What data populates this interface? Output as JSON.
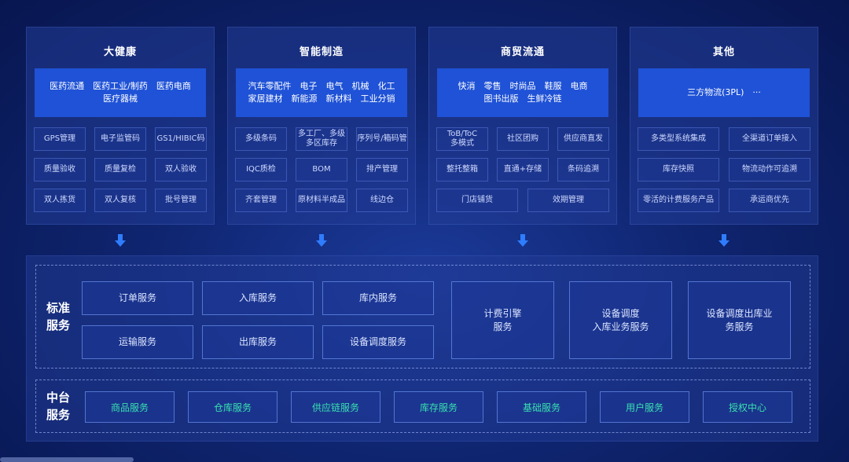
{
  "panels": [
    {
      "title": "大健康",
      "highlight": [
        "医药流通　医药工业/制药　医药电商",
        "医疗器械"
      ],
      "items": [
        "GPS管理",
        "电子监管码",
        "GS1/HIBIC码",
        "质量验收",
        "质量复检",
        "双人验收",
        "双人拣货",
        "双人复核",
        "批号管理"
      ]
    },
    {
      "title": "智能制造",
      "highlight": [
        "汽车零配件　电子　电气　机械　化工",
        "家居建材　新能源　新材料　工业分销"
      ],
      "items": [
        "多级条码",
        "多工厂、多级\n多区库存",
        "序列号/箱码管",
        "IQC质检",
        "BOM",
        "排产管理",
        "齐套管理",
        "原材料半成品",
        "线边仓"
      ]
    },
    {
      "title": "商贸流通",
      "highlight": [
        "快消　零售　时尚品　鞋服　电商",
        "图书出版　生鲜冷链"
      ],
      "items": [
        "ToB/ToC\n多模式",
        "社区团购",
        "供应商直发",
        "整托整箱",
        "直通+存储",
        "条码追溯",
        "门店铺货",
        "效期管理"
      ]
    },
    {
      "title": "其他",
      "highlight": [
        "三方物流(3PL)　···"
      ],
      "items": [
        "多类型系统集成",
        "全渠道订单接入",
        "库存快照",
        "物流动作可追溯",
        "零活的计费服务产品",
        "承运商优先"
      ]
    }
  ],
  "standard": {
    "label": "标准\n服务",
    "services": [
      "订单服务",
      "入库服务",
      "库内服务",
      "运输服务",
      "出库服务",
      "设备调度服务"
    ],
    "large": [
      "计费引擎\n服务",
      "设备调度\n入库业务服务",
      "设备调度出库业\n务服务"
    ]
  },
  "middle": {
    "label": "中台\n服务",
    "services": [
      "商品服务",
      "仓库服务",
      "供应链服务",
      "库存服务",
      "基础服务",
      "用户服务",
      "授权中心"
    ]
  },
  "colors": {
    "highlight": "#1f52d6",
    "middle_text": "#39e0b0",
    "arrow": "#2f7dff"
  }
}
